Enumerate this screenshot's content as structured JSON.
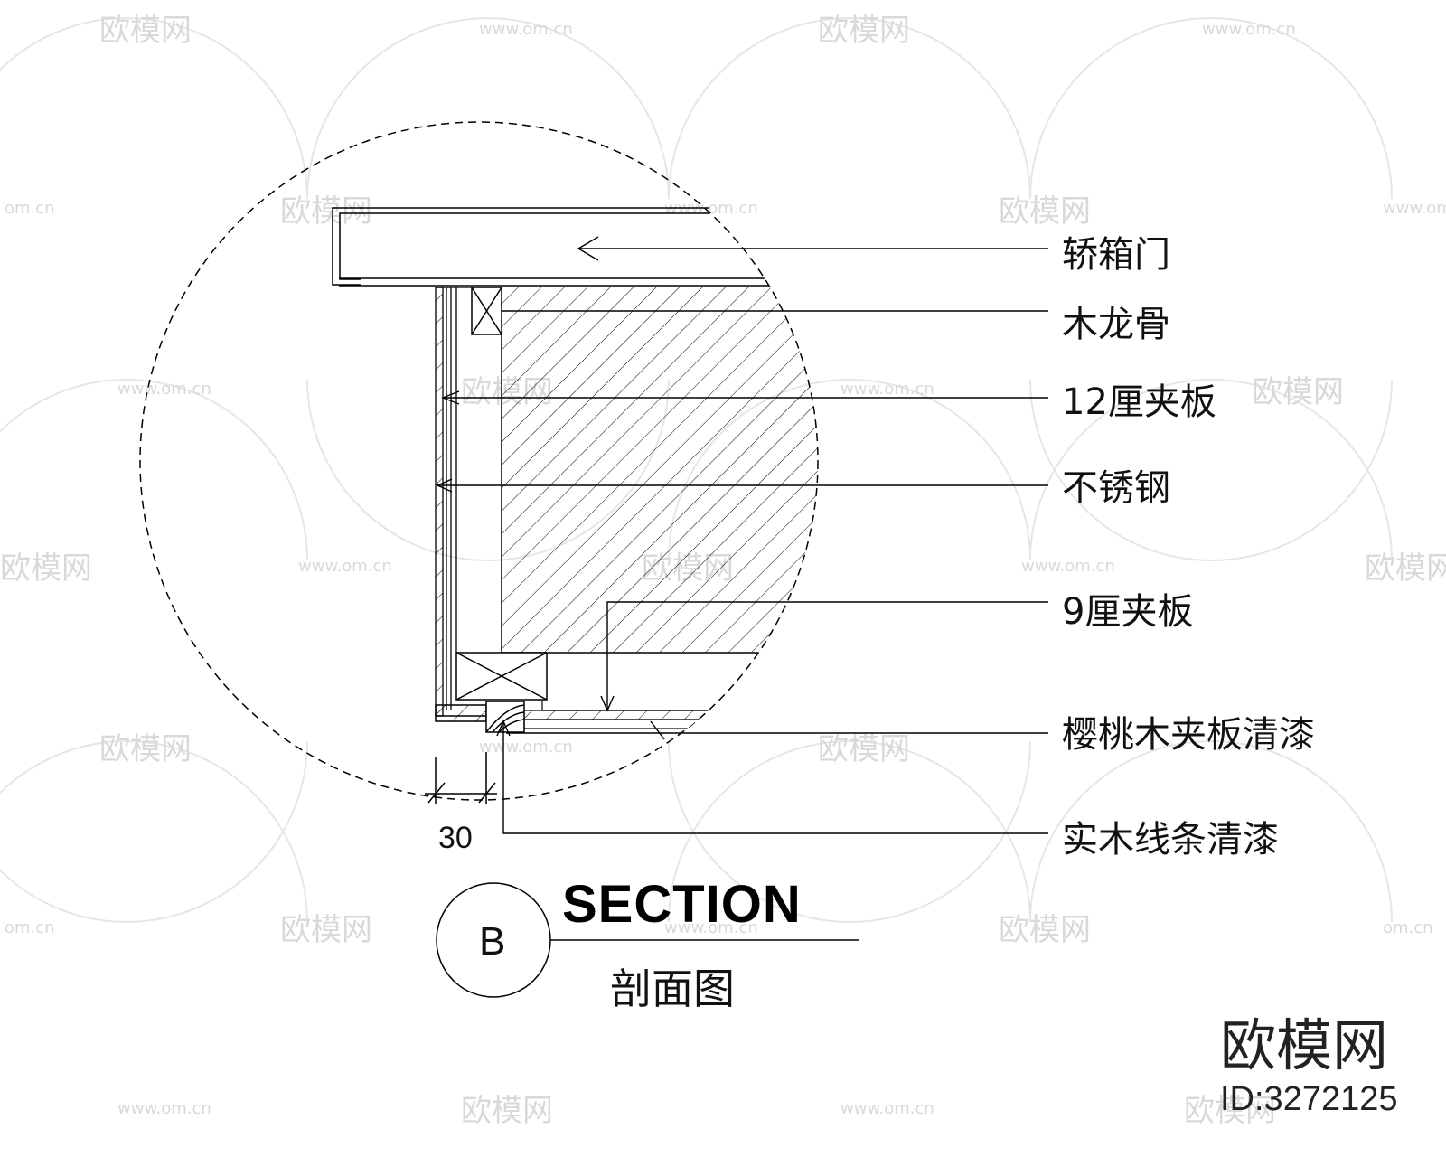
{
  "watermark": {
    "logo_text": "欧模网",
    "url_text": "www.om.cn",
    "short_url_text": "om.cn"
  },
  "detail_callout": {
    "style": "dashed-circle"
  },
  "labels": {
    "car_door": "轿箱门",
    "wood_keel": "木龙骨",
    "plywood_12": "12厘夹板",
    "stainless_steel": "不锈钢",
    "plywood_9": "9厘夹板",
    "cherry_plywood": "樱桃木夹板清漆",
    "solid_wood_trim": "实木线条清漆"
  },
  "dimension": {
    "value": "30"
  },
  "section_title": {
    "bubble_letter": "B",
    "title": "SECTION",
    "subtitle": "剖面图"
  },
  "brand": {
    "name": "欧模网",
    "id_text": "ID:3272125"
  },
  "colors": {
    "line": "#000000",
    "watermark": "#d9d9d9"
  }
}
